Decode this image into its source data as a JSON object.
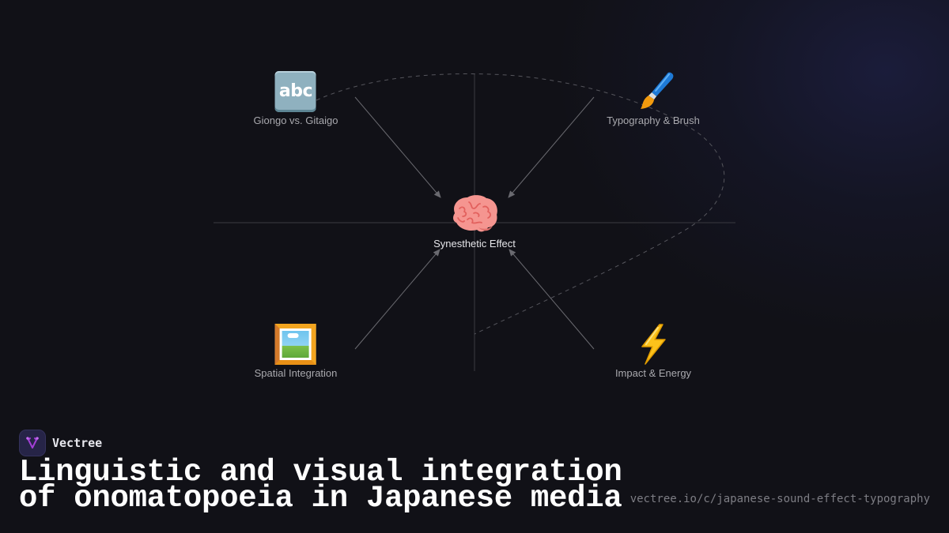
{
  "diagram": {
    "center": {
      "label": "Synesthetic Effect",
      "icon": "brain-icon",
      "glyph": "🧠"
    },
    "nodes": [
      {
        "id": "top-left",
        "label": "Giongo vs. Gitaigo",
        "icon": "abc-letters-icon",
        "glyph": "abc"
      },
      {
        "id": "top-right",
        "label": "Typography & Brush",
        "icon": "paintbrush-icon",
        "glyph": "🖌️"
      },
      {
        "id": "bottom-left",
        "label": "Spatial Integration",
        "icon": "framed-picture-icon",
        "glyph": "🖼️"
      },
      {
        "id": "bottom-right",
        "label": "Impact & Energy",
        "icon": "lightning-bolt-icon",
        "glyph": "⚡"
      }
    ],
    "edges": [
      {
        "from": "top-left",
        "to": "center",
        "direction": "inward"
      },
      {
        "from": "top-right",
        "to": "center",
        "direction": "inward"
      },
      {
        "from": "bottom-left",
        "to": "center",
        "direction": "inward"
      },
      {
        "from": "bottom-right",
        "to": "center",
        "direction": "inward"
      }
    ],
    "colors": {
      "background": "#111117",
      "axis_line": "#3a3a40",
      "arrow": "#6a6a70",
      "dashed_curve": "#55555c",
      "label": "#a9a9ae",
      "center_label": "#e6e6ea"
    }
  },
  "brand": {
    "name": "Vectree",
    "logo_icon": "vectree-logo-icon",
    "accent": "#a23fd6"
  },
  "title": {
    "line1": "Linguistic and visual integration",
    "line2": "of onomatopoeia in Japanese media"
  },
  "url": "vectree.io/c/japanese-sound-effect-typography"
}
